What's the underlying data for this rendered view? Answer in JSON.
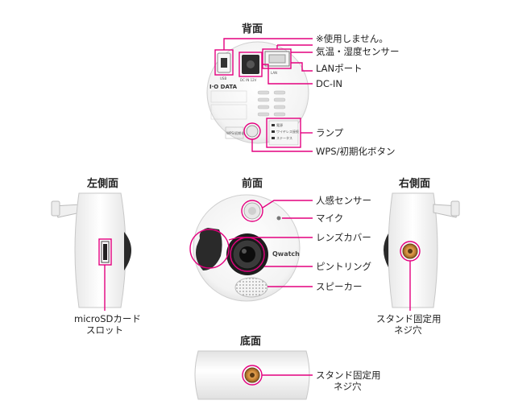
{
  "views": {
    "back": "背面",
    "left": "左側面",
    "front": "前面",
    "right": "右側面",
    "bottom": "底面"
  },
  "labels": {
    "not_used": "※使用しません。",
    "temp_humidity_sensor": "気温・湿度センサー",
    "lan_port": "LANポート",
    "dc_in": "DC-IN",
    "lamp": "ランプ",
    "wps_reset_button": "WPS/初期化ボタン",
    "motion_sensor": "人感センサー",
    "mic": "マイク",
    "lens_cover": "レンズカバー",
    "focus_ring": "ピントリング",
    "speaker": "スピーカー",
    "microsd_slot_line1": "microSDカード",
    "microsd_slot_line2": "スロット",
    "right_stand_line1": "スタンド固定用",
    "right_stand_line2": "ネジ穴",
    "bottom_stand_line1": "スタンド固定用",
    "bottom_stand_line2": "ネジ穴"
  },
  "device_text": {
    "brand": "I·O DATA",
    "product": "Qwatch",
    "port_usb": "USB",
    "port_dc": "DC IN 12V",
    "port_lan": "LAN",
    "lamp_1": "電源",
    "lamp_2": "ワイヤレス接続",
    "lamp_3": "ステータス",
    "wps": "WPS/初期化"
  },
  "colors": {
    "accent": "#e4007f",
    "body": "#f2f2f2",
    "outline": "#c8c8c8",
    "dark": "#2a2a2a"
  }
}
